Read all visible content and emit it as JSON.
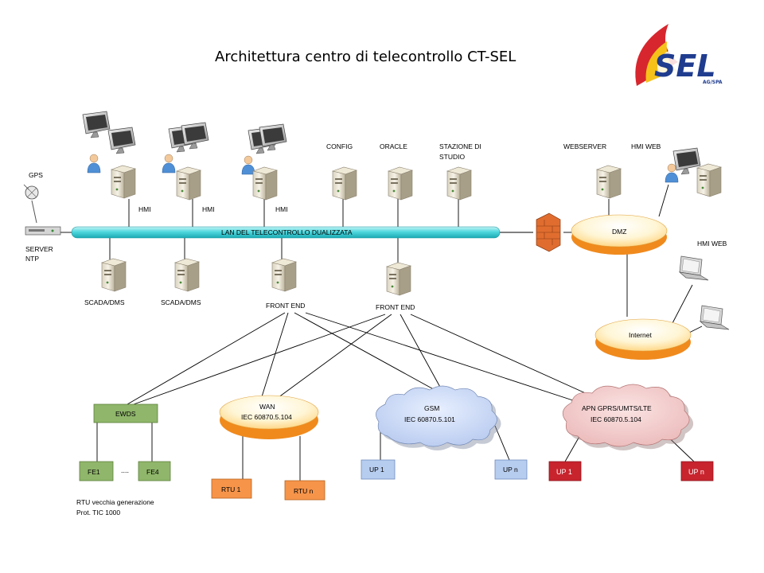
{
  "title": "Architettura centro di telecontrollo CT-SEL",
  "logo": {
    "text": "SEL",
    "sub": "AG/SPA",
    "colors": {
      "red": "#d7262e",
      "yellow": "#f6c21a",
      "blue": "#1f3c8f"
    }
  },
  "colors": {
    "lan": "#35cfd6",
    "green": "#8fb66a",
    "orange": "#f6944a",
    "blue": "#b7cdf0",
    "red": "#c8242e"
  },
  "lan_label": "LAN DEL TELECONTROLLO DUALIZZATA",
  "gps": "GPS",
  "server_ntp": [
    "SERVER",
    "NTP"
  ],
  "hmi": [
    "HMI",
    "HMI",
    "HMI"
  ],
  "config": "CONFIG",
  "oracle": "ORACLE",
  "stazione": [
    "STAZIONE DI",
    "STUDIO"
  ],
  "webserver": "WEBSERVER",
  "hmi_web_top": "HMI WEB",
  "hmi_web_right": "HMI WEB",
  "dmz": "DMZ",
  "internet": "Internet",
  "scada": [
    "SCADA/DMS",
    "SCADA/DMS"
  ],
  "front_end": [
    "FRONT END",
    "FRONT END"
  ],
  "ewds": "EWDS",
  "fe1": "FE1",
  "fe_dots": "....",
  "fe4": "FE4",
  "rtu_note": [
    "RTU vecchia generazione",
    "Prot. TIC 1000"
  ],
  "wan": [
    "WAN",
    "IEC 60870.5.104"
  ],
  "gsm": [
    "GSM",
    "IEC 60870.5.101"
  ],
  "apn": [
    "APN GPRS/UMTS/LTE",
    "IEC 60870.5.104"
  ],
  "rtu1": "RTU 1",
  "rtun": "RTU n",
  "up_gsm": [
    "UP 1",
    "UP n"
  ],
  "up_apn": [
    "UP 1",
    "UP n"
  ]
}
